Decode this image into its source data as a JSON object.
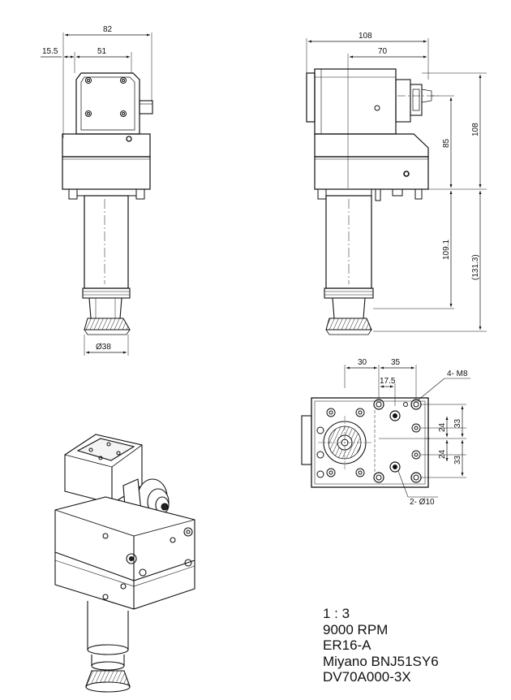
{
  "front_view": {
    "dims": {
      "overall_width": "82",
      "left_offset": "15.5",
      "flange_width": "51",
      "shank_dia": "Ø38"
    }
  },
  "side_view": {
    "dims": {
      "overall_length": "108",
      "to_center": "70",
      "height_total": "108",
      "height_upper": "85",
      "shank_len": "109.1",
      "shank_len_ref": "(131.3)"
    }
  },
  "bottom_view": {
    "dims": {
      "w30": "30",
      "w35": "35",
      "w17_5": "17.5",
      "thread": "4- M8",
      "v24a": "24",
      "v33a": "33",
      "v24b": "24",
      "v33b": "33",
      "pin": "2- Ø10"
    }
  },
  "specs": {
    "scale": "1 : 3",
    "rpm": "9000 RPM",
    "collet": "ER16-A",
    "machine": "Miyano BNJ51SY6",
    "part_no": "DV70A000-3X"
  }
}
